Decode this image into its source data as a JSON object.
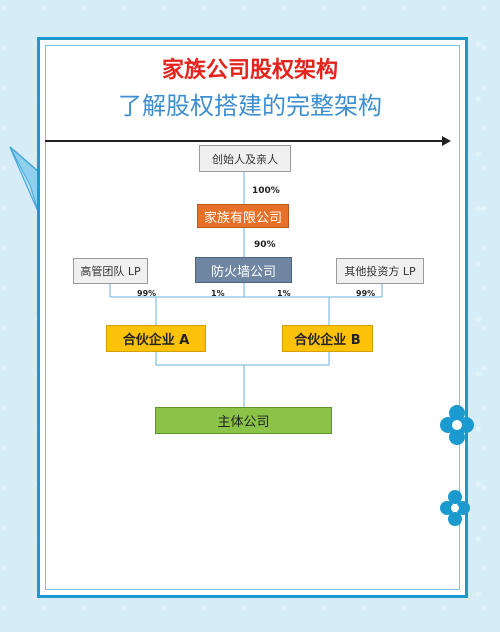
{
  "header": {
    "title": "家族公司股权架构",
    "subtitle": "了解股权搭建的完整架构"
  },
  "nodes": {
    "founder": "创始人及亲人",
    "family_company": "家族有限公司",
    "firewall_company": "防火墙公司",
    "exec_team_lp": "高管团队 LP",
    "other_investor_lp": "其他投资方 LP",
    "partnership_a": "合伙企业 A",
    "partnership_b": "合伙企业 B",
    "main_company": "主体公司"
  },
  "percentages": {
    "founder_to_family": "100%",
    "family_to_firewall": "90%",
    "exec_to_a": "99%",
    "firewall_to_a": "1%",
    "firewall_to_b": "1%",
    "other_to_b": "99%"
  },
  "colors": {
    "title_red": "#e3231c",
    "subtitle_blue": "#3f8fd0",
    "frame_blue": "#1b9ad0",
    "connector_blue": "#6ab0dc",
    "family_orange": "#e8712a",
    "firewall_slate": "#6f86a2",
    "partnership_yellow": "#fcc20a",
    "main_green": "#8ac348"
  }
}
